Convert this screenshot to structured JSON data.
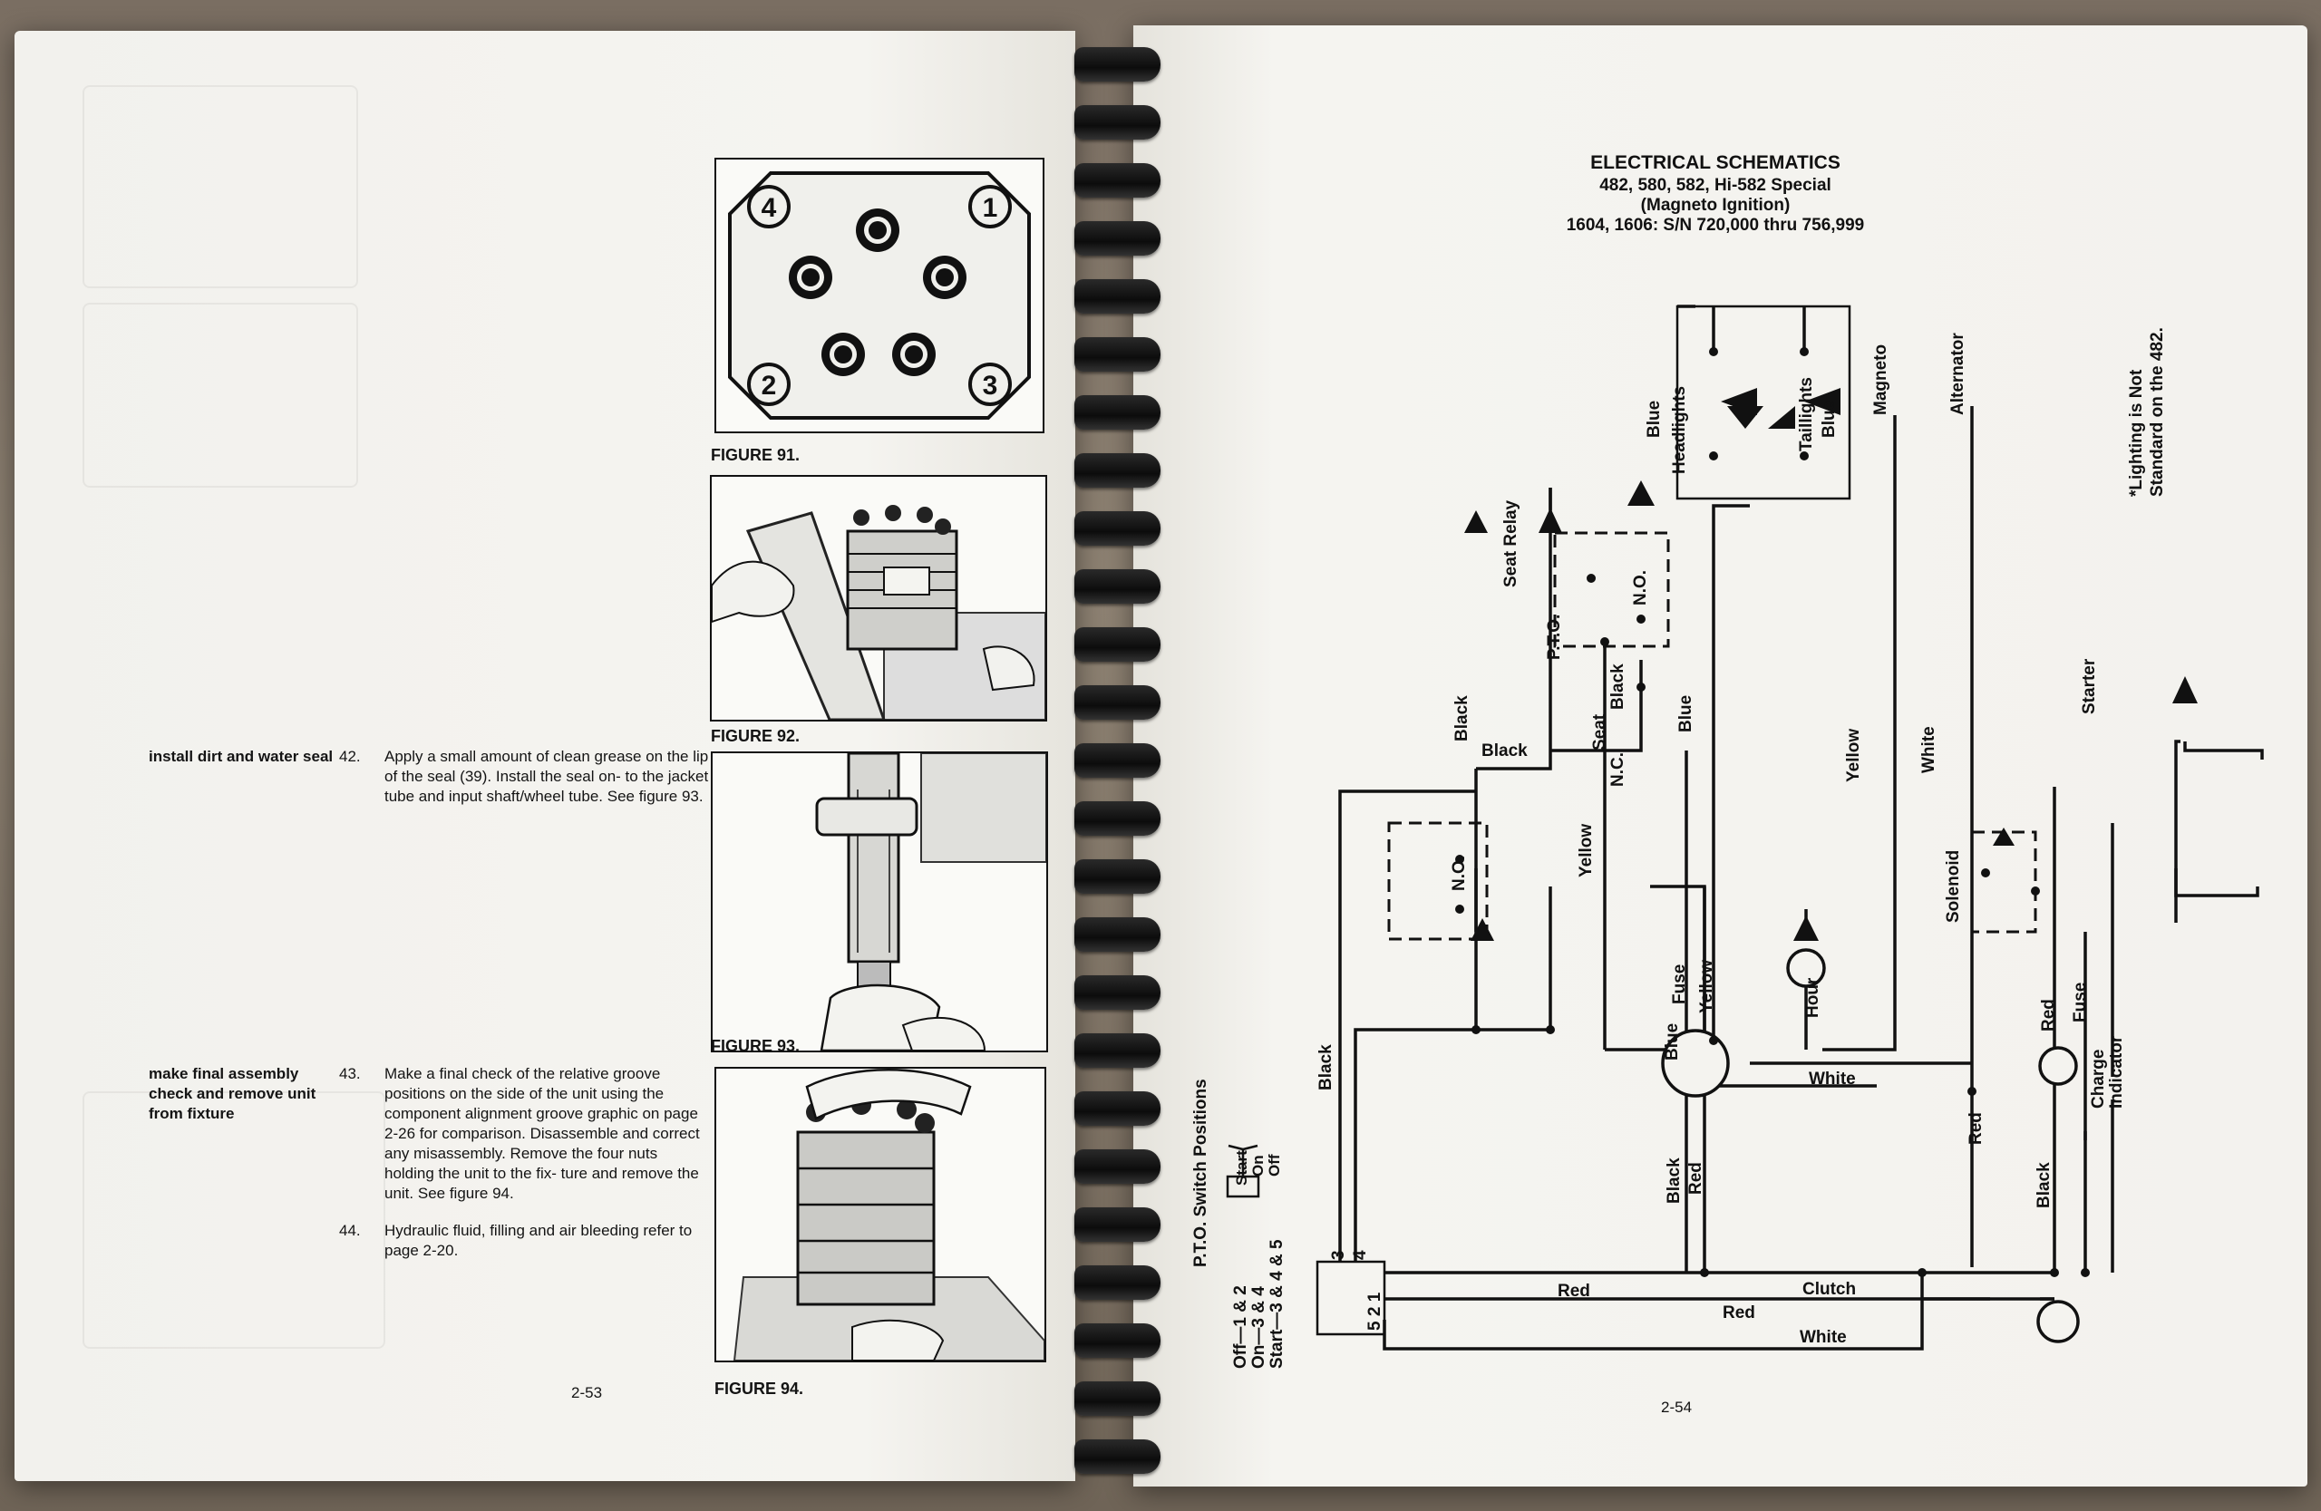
{
  "left_page": {
    "steps": [
      {
        "heading": "install dirt and water seal",
        "number": "42.",
        "text": "Apply a small amount of clean grease on the lip of the seal (39). Install the seal on- to the jacket tube and input shaft/wheel tube. See figure 93."
      },
      {
        "heading": "make final assembly check and remove unit from fixture",
        "number": "43.",
        "text": "Make a final check of the relative groove positions on the side of the unit using the component alignment groove graphic on page 2-26 for comparison. Disassemble and correct any misassembly. Remove the four nuts holding the unit to the fix- ture and remove the unit. See figure 94."
      },
      {
        "heading": "",
        "number": "44.",
        "text": "Hydraulic fluid, filling and air bleeding refer to page 2-20."
      }
    ],
    "figures": [
      "FIGURE 91.",
      "FIGURE 92.",
      "FIGURE 93.",
      "FIGURE 94."
    ],
    "fig91_numbers": [
      "4",
      "1",
      "2",
      "3"
    ],
    "page_number": "2-53"
  },
  "right_page": {
    "title": "ELECTRICAL SCHEMATICS",
    "subtitle_lines": [
      "482, 580, 582, Hi-582 Special",
      "(Magneto Ignition)",
      "1604, 1606: S/N 720,000 thru 756,999"
    ],
    "pto_switch": {
      "title": "P.T.O. Switch Positions",
      "positions": [
        "Start",
        "On",
        "Off"
      ],
      "legend": [
        "Off—1 & 2",
        "On—3 & 4",
        "Start—3 & 4 & 5"
      ],
      "terminals": [
        "3",
        "4",
        "5 2 1"
      ]
    },
    "labels": {
      "black": "Black",
      "blue": "Blue",
      "yellow": "Yellow",
      "white": "White",
      "red": "Red",
      "seat_relay": "Seat Relay",
      "pto": "P.T.O.",
      "seat": "Seat",
      "nc": "N.C.",
      "no": "N.O.",
      "headlights": "Headlights",
      "taillights": "Taillights",
      "magneto": "Magneto",
      "alternator": "Alternator",
      "lighting_note_1": "*Lighting is Not",
      "lighting_note_2": "Standard on the 482.",
      "starter": "Starter",
      "solenoid": "Solenoid",
      "fuse": "Fuse",
      "hour": "Hour",
      "charge_1": "Charge",
      "charge_2": "Indicator",
      "clutch": "Clutch"
    },
    "page_number": "2-54"
  }
}
